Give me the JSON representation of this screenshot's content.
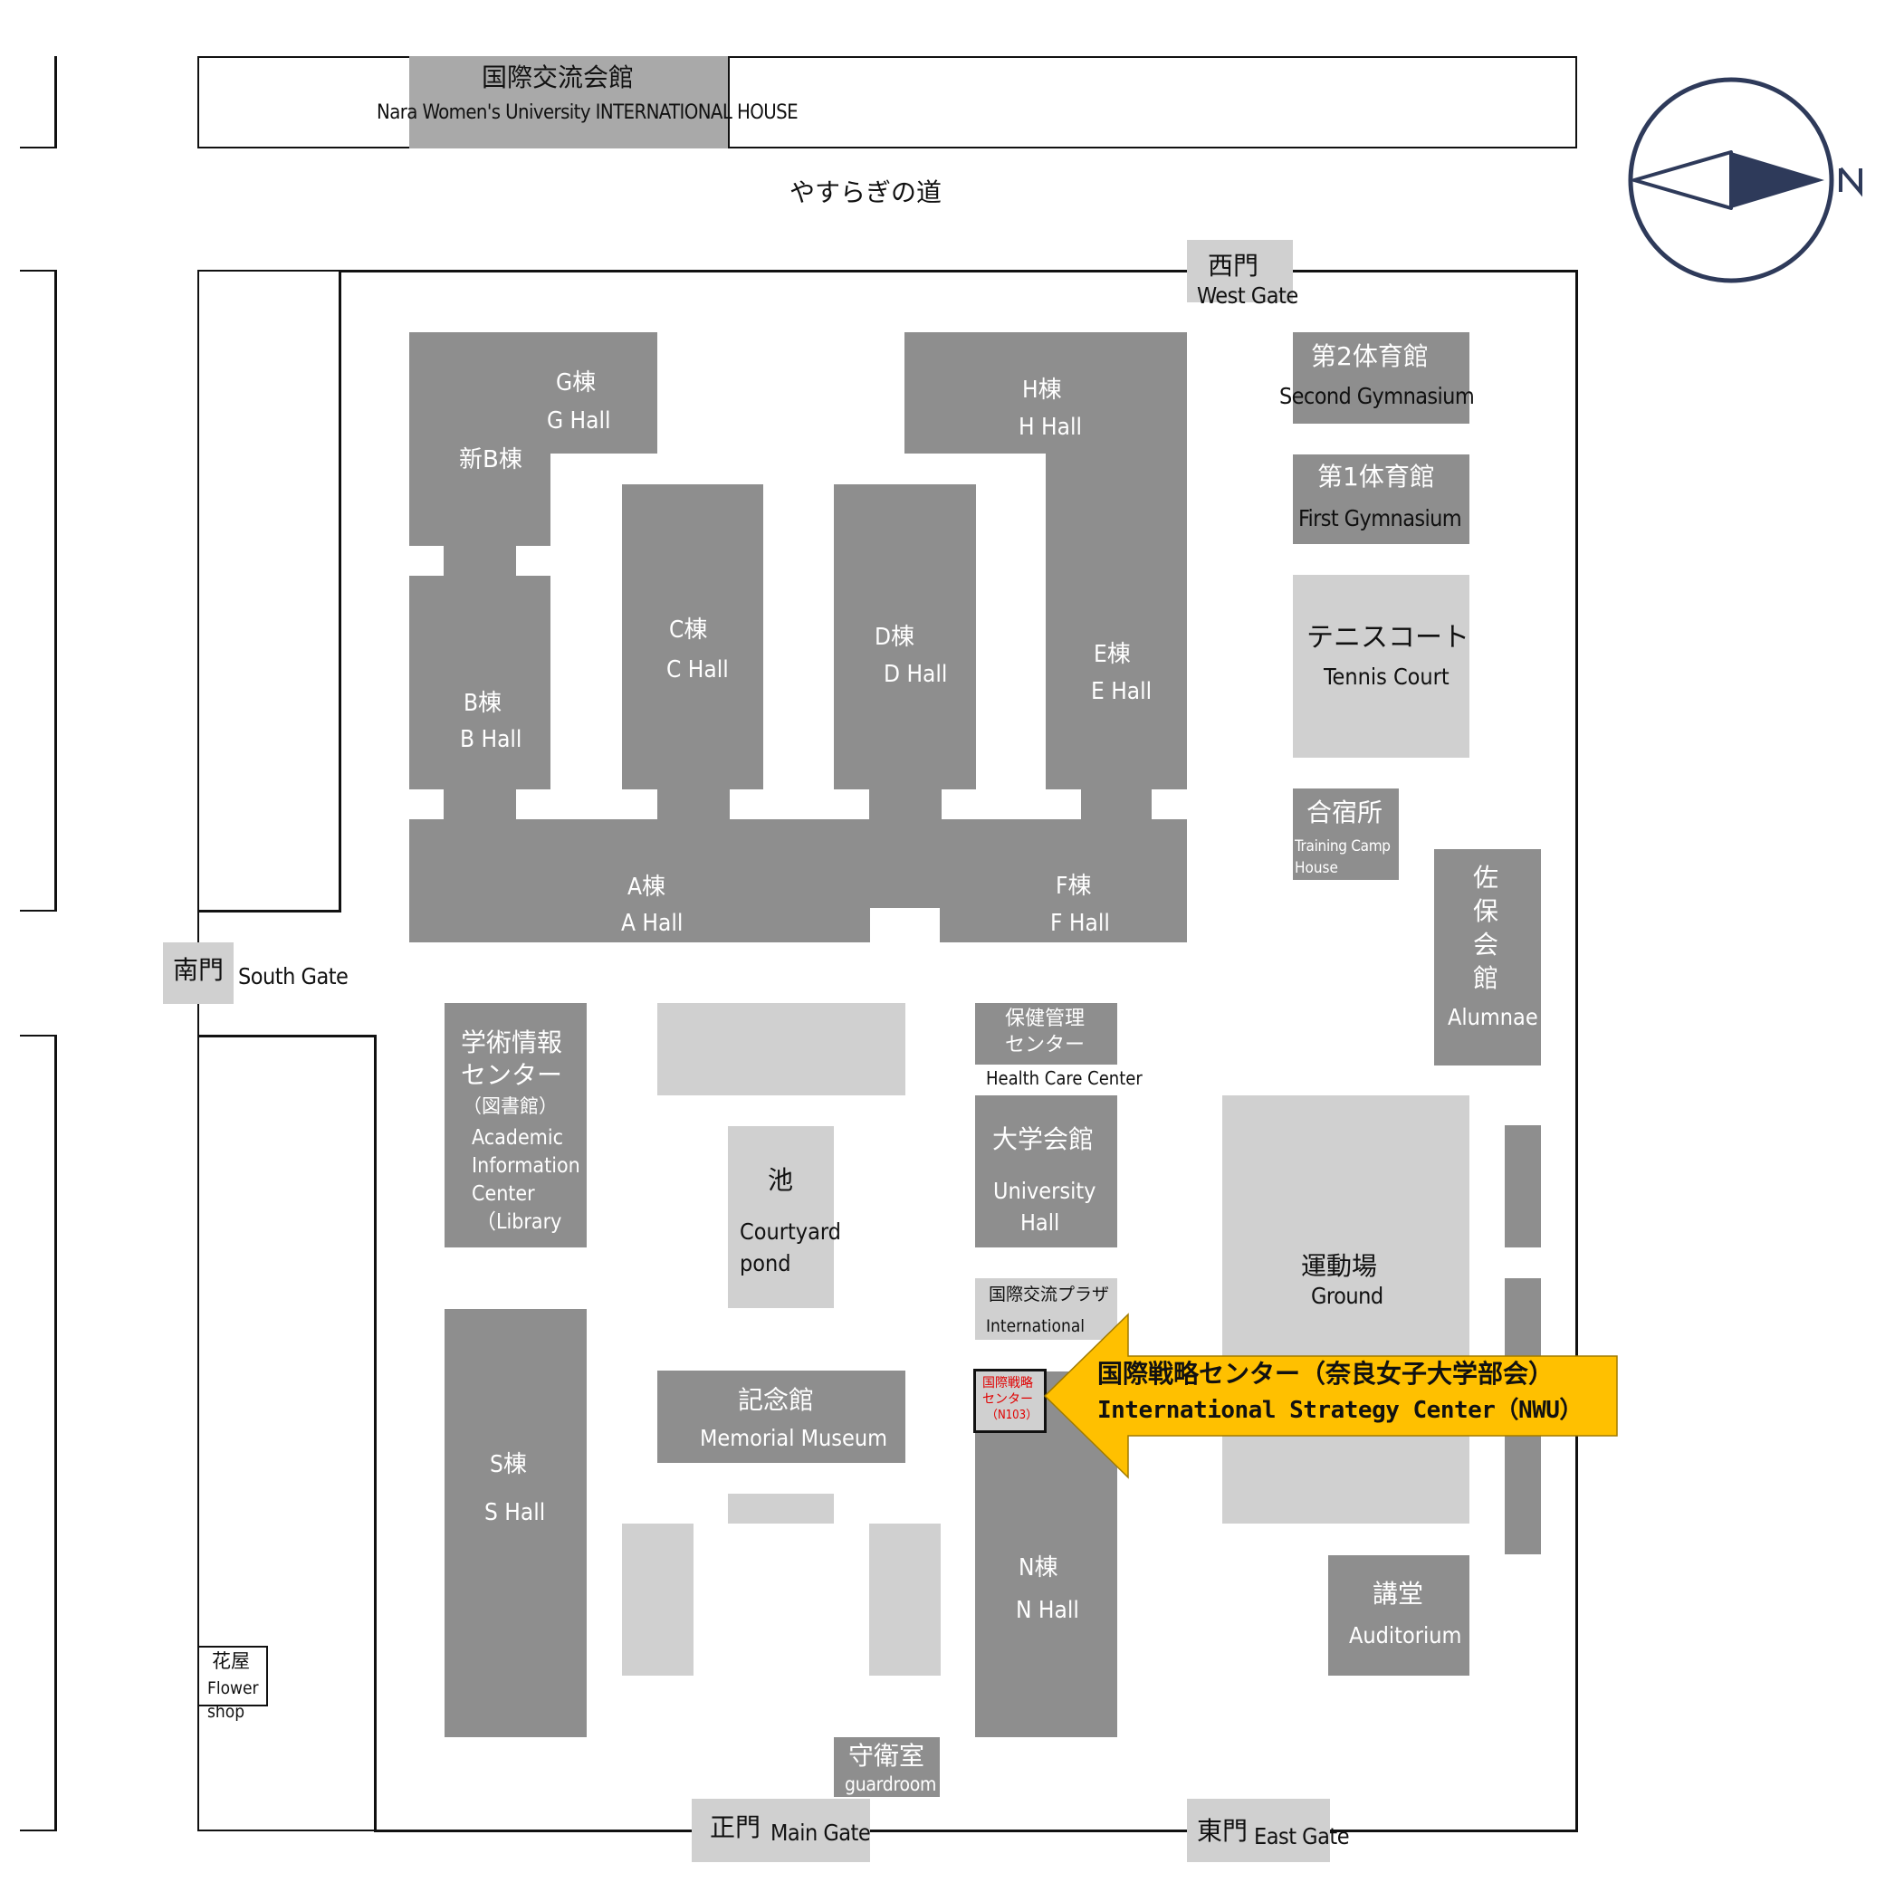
{
  "colors": {
    "building": "#8e8e8e",
    "light_area": "#d0d0d0",
    "international_house": "#a9a9a9",
    "highlight_arrow": "#ffc000",
    "compass": "#2e3a5a",
    "target_text": "#e00000"
  },
  "compass": {
    "north_label": "N",
    "icon": "compass-icon"
  },
  "intl_house": {
    "ja": "国際交流会館",
    "en": "Nara Women's University INTERNATIONAL HOUSE"
  },
  "road": "やすらぎの道",
  "gates": {
    "west": {
      "ja": "西門",
      "en": "West Gate"
    },
    "south": {
      "ja": "南門",
      "en": "South Gate"
    },
    "main": {
      "ja": "正門",
      "en": "Main Gate"
    },
    "east": {
      "ja": "東門",
      "en": "East Gate"
    }
  },
  "halls": {
    "g": {
      "ja": "G棟",
      "en": "G Hall"
    },
    "new_b": {
      "ja": "新B棟"
    },
    "h": {
      "ja": "H棟",
      "en": "H Hall"
    },
    "b": {
      "ja": "B棟",
      "en": "B Hall"
    },
    "c": {
      "ja": "C棟",
      "en": "C Hall"
    },
    "d": {
      "ja": "D棟",
      "en": "D Hall"
    },
    "e": {
      "ja": "E棟",
      "en": "E Hall"
    },
    "a": {
      "ja": "A棟",
      "en": "A Hall"
    },
    "f": {
      "ja": "F棟",
      "en": "F Hall"
    },
    "s": {
      "ja": "S棟",
      "en": "S Hall"
    },
    "n": {
      "ja": "N棟",
      "en": "N Hall"
    }
  },
  "second_gym": {
    "ja": "第2体育館",
    "en": "Second Gymnasium"
  },
  "first_gym": {
    "ja": "第1体育館",
    "en": "First Gymnasium"
  },
  "tennis": {
    "ja": "テニスコート",
    "en": "Tennis Court"
  },
  "camp": {
    "ja": "合宿所",
    "en1": "Training Camp",
    "en2": "House"
  },
  "alumnae": {
    "ja1": "佐",
    "ja2": "保",
    "ja3": "会",
    "ja4": "館",
    "en": "Alumnae"
  },
  "library": {
    "ja1": "学術情報",
    "ja2": "センター",
    "ja3": "（図書館）",
    "en1": "Academic",
    "en2": "Information",
    "en3": "Center",
    "en4": "（Library"
  },
  "health": {
    "ja1": "保健管理",
    "ja2": "センター",
    "en": "Health Care Center"
  },
  "univ_hall": {
    "ja": "大学会館",
    "en1": "University",
    "en2": "Hall"
  },
  "pond": {
    "ja": "池",
    "en1": "Courtyard",
    "en2": "pond"
  },
  "ground": {
    "ja": "運動場",
    "en": "Ground"
  },
  "intl_plaza": {
    "ja": "国際交流プラザ",
    "en": "International"
  },
  "target_box": {
    "l1": "国際戦略",
    "l2": "センター",
    "l3": "（N103）"
  },
  "callout": {
    "ja": "国際戦略センター（奈良女子大学部会）",
    "en": "International Strategy Center（NWU）"
  },
  "memorial": {
    "ja": "記念館",
    "en": "Memorial Museum"
  },
  "auditorium": {
    "ja": "講堂",
    "en": "Auditorium"
  },
  "guardroom": {
    "ja": "守衛室",
    "en": "guardroom"
  },
  "flower": {
    "ja": "花屋",
    "en1": "Flower",
    "en2": "shop"
  }
}
